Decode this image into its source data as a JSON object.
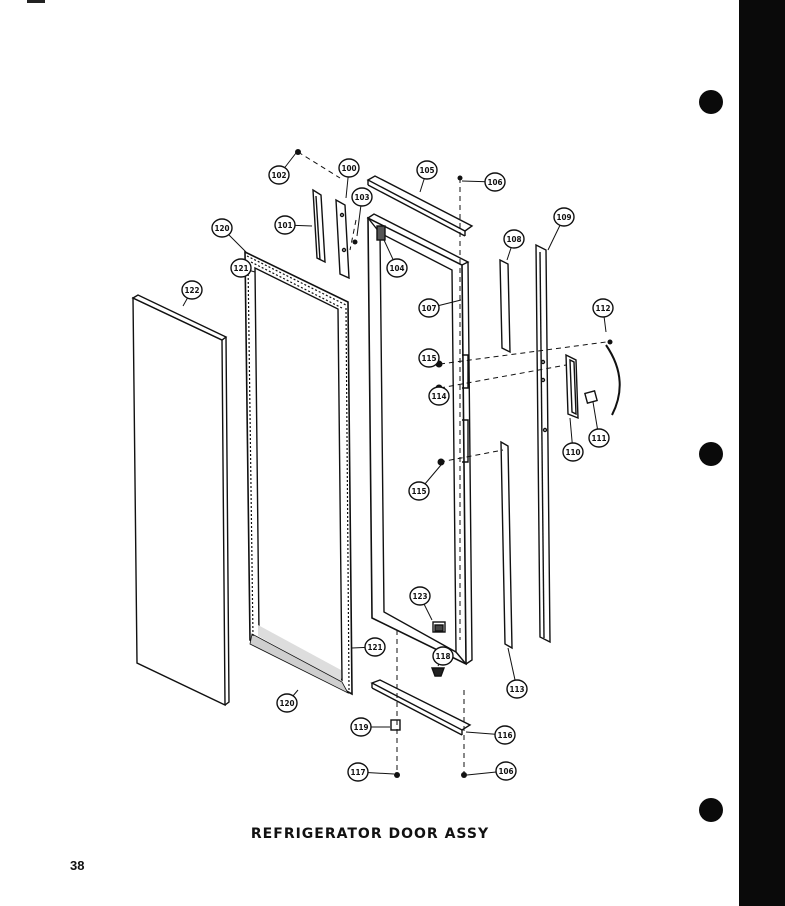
{
  "title": "REFRIGERATOR DOOR ASSY",
  "page_number": "38",
  "ink_color": "#111111",
  "callouts": [
    "102",
    "100",
    "103",
    "101",
    "105",
    "106",
    "120",
    "121",
    "122",
    "104",
    "107",
    "108",
    "109",
    "112",
    "115",
    "114",
    "110",
    "111",
    "115",
    "123",
    "121",
    "118",
    "113",
    "120",
    "119",
    "116",
    "117",
    "106"
  ]
}
